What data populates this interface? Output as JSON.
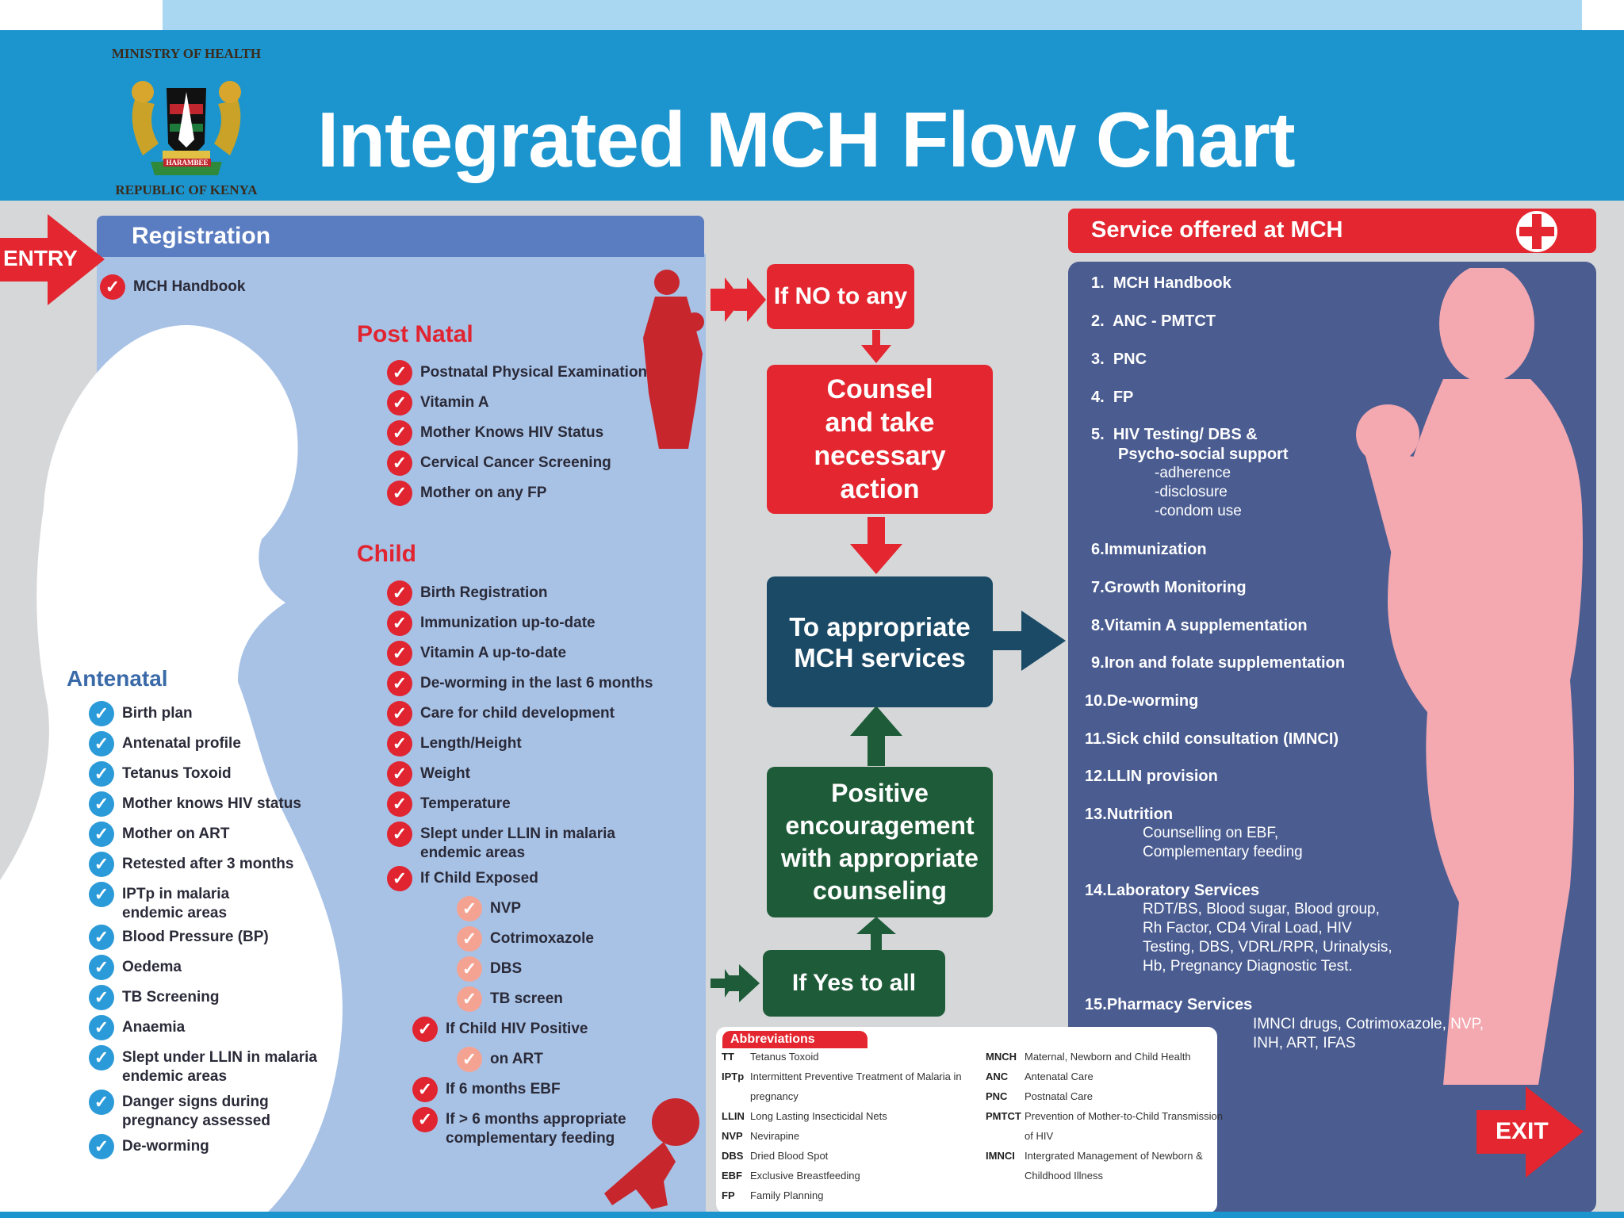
{
  "header": {
    "crest_top": "MINISTRY OF HEALTH",
    "crest_motto": "HARAMBEE",
    "crest_bottom": "REPUBLIC OF KENYA",
    "title": "Integrated MCH Flow Chart"
  },
  "entry_label": "ENTRY",
  "exit_label": "EXIT",
  "registration": {
    "title": "Registration",
    "first_item": "MCH Handbook",
    "postnatal": {
      "title": "Post Natal",
      "items": [
        "Postnatal Physical Examination",
        "Vitamin A",
        "Mother Knows HIV Status",
        "Cervical Cancer Screening",
        "Mother on any FP"
      ]
    },
    "child": {
      "title": "Child",
      "items": [
        "Birth Registration",
        "Immunization up-to-date",
        "Vitamin A up-to-date",
        "De-worming in the last 6 months",
        "Care for child development",
        "Length/Height",
        "Weight",
        "Temperature",
        "Slept under LLIN in malaria endemic areas",
        "If Child Exposed"
      ],
      "exposed_items": [
        "NVP",
        "Cotrimoxazole",
        "DBS",
        "TB screen"
      ],
      "hiv_positive": "If Child HIV Positive",
      "hiv_positive_items": [
        "on ART"
      ],
      "ebf": "If 6 months EBF",
      "complementary": "If > 6 months appropriate complementary feeding"
    },
    "antenatal": {
      "title": "Antenatal",
      "items": [
        "Birth plan",
        "Antenatal profile",
        "Tetanus Toxoid",
        "Mother knows HIV status",
        "Mother on ART",
        "Retested after 3 months",
        "IPTp in malaria endemic areas",
        "Blood Pressure (BP)",
        "Oedema",
        "TB Screening",
        "Anaemia",
        "Slept under LLIN in malaria endemic areas",
        "Danger signs during pregnancy assessed",
        "De-worming"
      ]
    }
  },
  "flow": {
    "if_no": "If NO to any",
    "counsel": "Counsel and take necessary action",
    "appropriate": "To appropriate MCH services",
    "positive": "Positive encouragement with appropriate counseling",
    "if_yes": "If Yes to all"
  },
  "services": {
    "title": "Service offered at MCH",
    "items": [
      {
        "num": "1.",
        "label": "MCH Handbook"
      },
      {
        "num": "2.",
        "label": "ANC - PMTCT"
      },
      {
        "num": "3.",
        "label": "PNC"
      },
      {
        "num": "4.",
        "label": "FP"
      },
      {
        "num": "5.",
        "label": "HIV Testing/ DBS &",
        "label2": "Psycho-social support",
        "subs": [
          "-adherence",
          "-disclosure",
          "-condom use"
        ]
      },
      {
        "num": "6.",
        "label": "Immunization"
      },
      {
        "num": "7.",
        "label": "Growth Monitoring"
      },
      {
        "num": "8.",
        "label": "Vitamin A supplementation"
      },
      {
        "num": "9.",
        "label": "Iron and folate supplementation"
      },
      {
        "num": "10.",
        "label": "De-worming"
      },
      {
        "num": "11.",
        "label": "Sick child consultation (IMNCI)"
      },
      {
        "num": "12.",
        "label": "LLIN provision"
      },
      {
        "num": "13.",
        "label": "Nutrition",
        "subs": [
          "Counselling on EBF,",
          "Complementary feeding"
        ]
      },
      {
        "num": "14.",
        "label": "Laboratory Services",
        "subs": [
          "RDT/BS, Blood sugar, Blood group,",
          "Rh Factor, CD4 Viral Load, HIV",
          "Testing, DBS, VDRL/RPR, Urinalysis,",
          "Hb, Pregnancy Diagnostic Test."
        ]
      },
      {
        "num": "15.",
        "label": "Pharmacy Services",
        "subs": [
          "IMNCI drugs, Cotrimoxazole, NVP,",
          "INH, ART, IFAS"
        ]
      }
    ]
  },
  "abbreviations": {
    "title": "Abbreviations",
    "left": [
      {
        "k": "TT",
        "v": "Tetanus Toxoid"
      },
      {
        "k": "IPTp",
        "v": "Intermittent Preventive Treatment of Malaria in",
        "v2": "pregnancy"
      },
      {
        "k": "LLIN",
        "v": "Long Lasting Insecticidal Nets"
      },
      {
        "k": "NVP",
        "v": "Nevirapine"
      },
      {
        "k": "DBS",
        "v": "Dried Blood Spot"
      },
      {
        "k": "EBF",
        "v": "Exclusive Breastfeeding"
      },
      {
        "k": "FP",
        "v": "Family Planning"
      }
    ],
    "right": [
      {
        "k": "MNCH",
        "v": "Maternal, Newborn and Child Health"
      },
      {
        "k": "ANC",
        "v": "Antenatal Care"
      },
      {
        "k": "PNC",
        "v": "Postnatal Care"
      },
      {
        "k": "PMTCT",
        "v": "Prevention of Mother-to-Child Transmission",
        "v2": "of HIV"
      },
      {
        "k": "IMNCI",
        "v": "Intergrated Management of Newborn &",
        "v2": "Childhood Illness"
      }
    ]
  },
  "colors": {
    "header_blue": "#1c95cf",
    "registration_panel": "#a8c2e6",
    "registration_header": "#5a7cc0",
    "alert_red": "#e3262f",
    "services_navy": "#1a4a66",
    "encourage_green": "#1e5b38",
    "services_panel": "#4a5c90",
    "mother_pink": "#f4a8b0"
  },
  "icons": [
    "kenya-coat-of-arms-icon",
    "check-icon",
    "entry-arrow-icon",
    "exit-arrow-icon",
    "medical-cross-icon",
    "mother-silhouette-icon",
    "pregnant-silhouette-icon",
    "baby-silhouette-icon"
  ]
}
